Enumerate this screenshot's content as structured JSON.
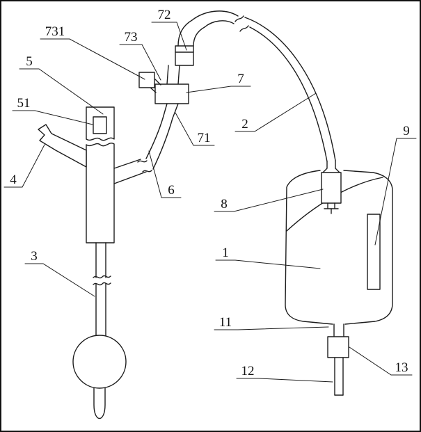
{
  "figure": {
    "background": "#ffffff",
    "line_color": "#1c1c1c",
    "labels": {
      "l1": "1",
      "l2": "2",
      "l3": "3",
      "l4": "4",
      "l5": "5",
      "l51": "51",
      "l6": "6",
      "l7": "7",
      "l71": "71",
      "l72": "72",
      "l73": "73",
      "l731": "731",
      "l8": "8",
      "l9": "9",
      "l11": "11",
      "l12": "12",
      "l13": "13"
    }
  }
}
